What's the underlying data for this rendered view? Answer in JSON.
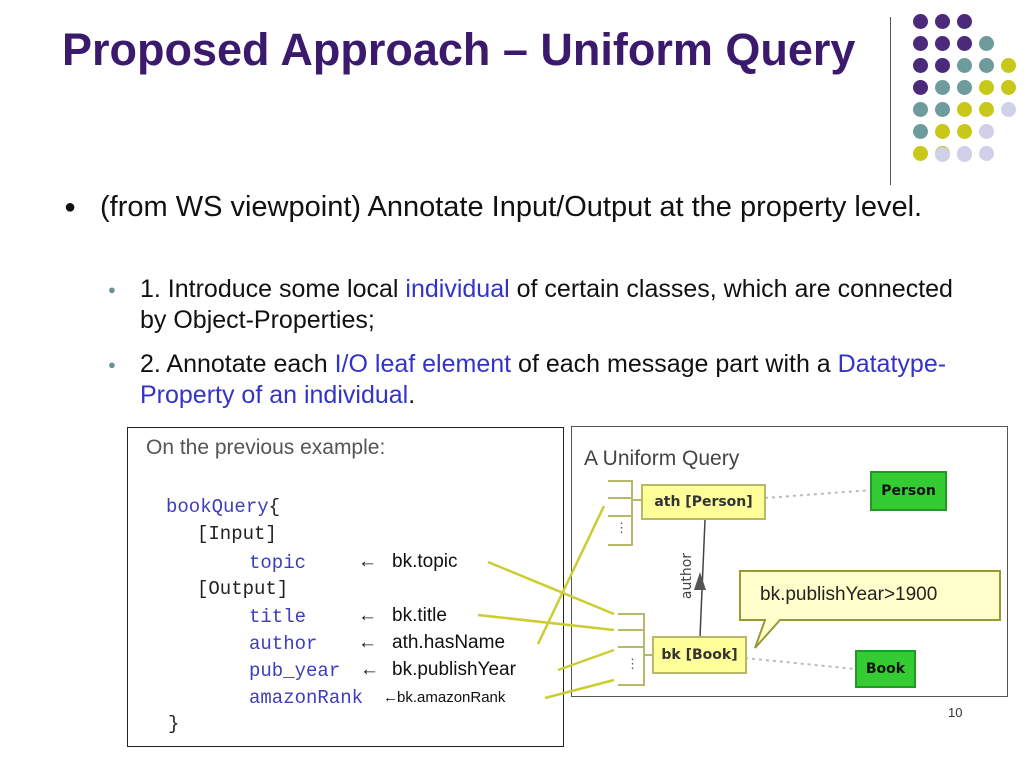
{
  "slide": {
    "title": "Proposed Approach – Uniform Query",
    "bullet_main": "(from WS viewpoint) Annotate Input/Output at the property level.",
    "sub1": {
      "before": "1. Introduce some local ",
      "highlight": "individual",
      "after": " of certain classes, which are connected by Object-Properties;"
    },
    "sub2": {
      "before": "2. Annotate each ",
      "highlight1": "I/O leaf element",
      "middle": " of each message part with a ",
      "highlight2": "Datatype-Property of an individual",
      "after": "."
    },
    "page_number": "10",
    "colors": {
      "title": "#3b1a6e",
      "highlight": "#3333cc",
      "dot_purple": "#4b2a7b",
      "dot_teal": "#6e9c9c",
      "dot_yellow": "#c8c81a",
      "dot_lavender": "#d0d0e8",
      "connector": "#cccc33"
    }
  },
  "example": {
    "heading": "On the previous example:",
    "query_name": "bookQuery",
    "open_brace": "{",
    "input_label": "[Input]",
    "output_label": "[Output]",
    "close_brace": "}",
    "fields": [
      {
        "name": "topic",
        "arrow": "←",
        "mapping": "bk.topic"
      },
      {
        "name": "title",
        "arrow": "←",
        "mapping": "bk.title"
      },
      {
        "name": "author",
        "arrow": "←",
        "mapping": "ath.hasName"
      },
      {
        "name": "pub_year",
        "arrow": "←",
        "mapping": "bk.publishYear"
      },
      {
        "name": "amazonRank",
        "arrow": "←",
        "mapping": "bk.amazonRank"
      }
    ]
  },
  "uniform_query": {
    "heading": "A Uniform Query",
    "node_person": "ath [Person]",
    "node_book": "bk [Book]",
    "class_person": "Person",
    "class_book": "Book",
    "edge_label": "author",
    "callout": "bk.publishYear>1900",
    "ellipsis": "⋮"
  }
}
